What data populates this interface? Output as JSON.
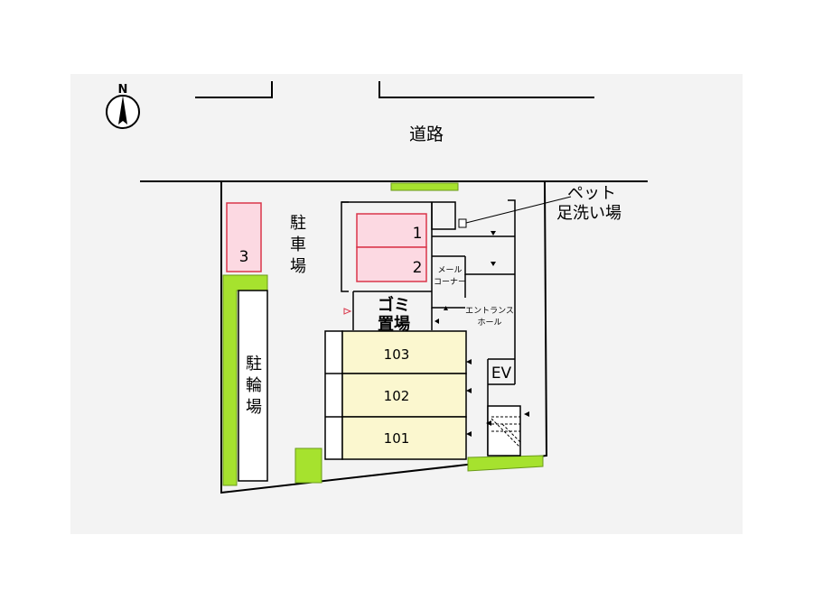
{
  "compass": {
    "label": "N"
  },
  "road": {
    "label": "道路"
  },
  "parking": {
    "label_vertical": "駐車場",
    "spaces": [
      {
        "label": "1"
      },
      {
        "label": "2"
      },
      {
        "label": "3"
      }
    ]
  },
  "bike_parking": {
    "label_vertical": "駐輪場"
  },
  "garbage": {
    "line1": "ゴミ",
    "line2": "置場"
  },
  "mail_corner": {
    "line1": "メール",
    "line2": "コーナー"
  },
  "entrance_hall": {
    "line1": "エントランス",
    "line2": "ホール"
  },
  "elevator": {
    "label": "EV"
  },
  "pet_footwash": {
    "line1": "ペット",
    "line2": "足洗い場"
  },
  "units": [
    {
      "label": "103"
    },
    {
      "label": "102"
    },
    {
      "label": "101"
    }
  ],
  "colors": {
    "parking_fill": "#fcd9e2",
    "parking_stroke": "#d9364a",
    "unit_fill": "#fbf7cf",
    "green": "#a6e22e",
    "line": "#000000",
    "background": "#f3f3f3"
  }
}
